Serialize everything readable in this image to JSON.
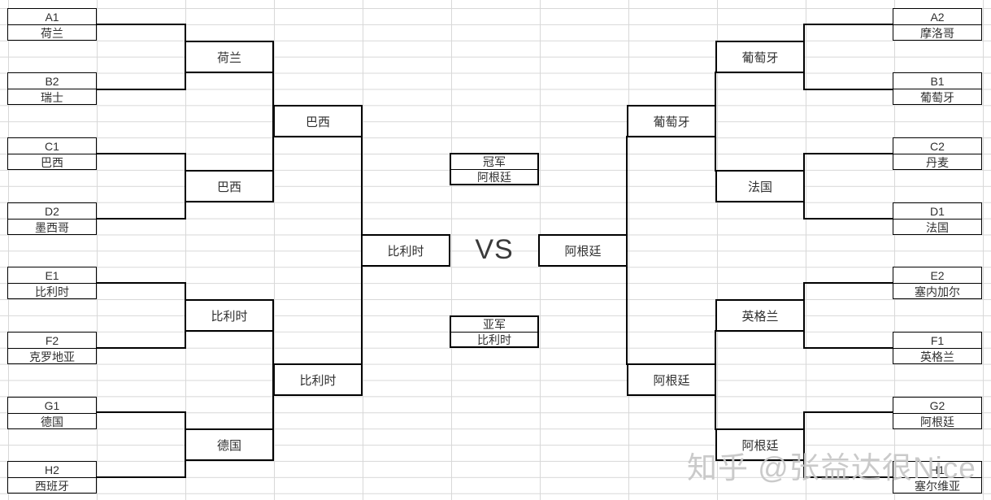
{
  "bracket": {
    "left": {
      "pairs": [
        {
          "seed": "A1",
          "team": "荷兰"
        },
        {
          "seed": "B2",
          "team": "瑞士"
        },
        {
          "seed": "C1",
          "team": "巴西"
        },
        {
          "seed": "D2",
          "team": "墨西哥"
        },
        {
          "seed": "E1",
          "team": "比利时"
        },
        {
          "seed": "F2",
          "team": "克罗地亚"
        },
        {
          "seed": "G1",
          "team": "德国"
        },
        {
          "seed": "H2",
          "team": "西班牙"
        }
      ],
      "qf_winners": [
        "荷兰",
        "巴西",
        "比利时",
        "德国"
      ],
      "sf_winners": [
        "巴西",
        "比利时"
      ],
      "finalist": "比利时"
    },
    "right": {
      "pairs": [
        {
          "seed": "A2",
          "team": "摩洛哥"
        },
        {
          "seed": "B1",
          "team": "葡萄牙"
        },
        {
          "seed": "C2",
          "team": "丹麦"
        },
        {
          "seed": "D1",
          "team": "法国"
        },
        {
          "seed": "E2",
          "team": "塞内加尔"
        },
        {
          "seed": "F1",
          "team": "英格兰"
        },
        {
          "seed": "G2",
          "team": "阿根廷"
        },
        {
          "seed": "H1",
          "team": "塞尔维亚"
        }
      ],
      "qf_winners": [
        "葡萄牙",
        "法国",
        "英格兰",
        "阿根廷"
      ],
      "sf_winners": [
        "葡萄牙",
        "阿根廷"
      ],
      "finalist": "阿根廷"
    },
    "final": {
      "champion_label": "冠军",
      "champion": "阿根廷",
      "vs_label": "VS",
      "runner_up_label": "亚军",
      "runner_up": "比利时"
    }
  },
  "watermark": "知乎 @张益达很Nice",
  "colors": {
    "gridline": "#d8d8d8",
    "line": "#000000",
    "text": "#303030",
    "watermark": "#c8c8c8"
  }
}
